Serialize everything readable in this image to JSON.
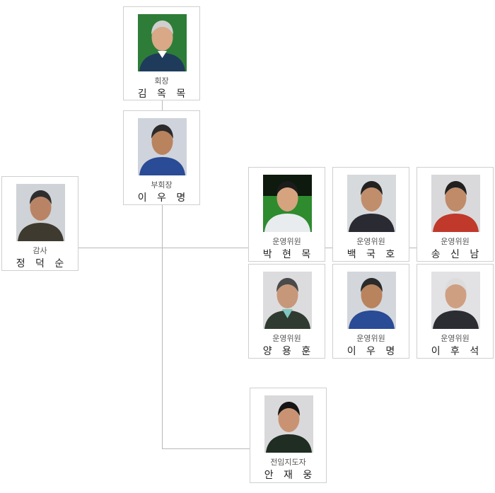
{
  "chairman": {
    "role": "회장",
    "name": "김 옥 목",
    "photo_icon": "portrait-icon",
    "bg": "#2d7d38",
    "jacket": "#1f3b5b"
  },
  "vice_chairman": {
    "role": "부회장",
    "name": "이 우 명",
    "photo_icon": "portrait-icon",
    "bg": "#cfd3db",
    "jacket": "#2a4b95"
  },
  "auditor": {
    "role": "감사",
    "name": "정 덕 순",
    "photo_icon": "portrait-icon",
    "bg": "#cfd2d6",
    "jacket": "#3e3a2f"
  },
  "committee": [
    {
      "role": "운영위원",
      "name": "박 현 목",
      "photo_icon": "portrait-icon",
      "bg": "#2e8b2e",
      "jacket": "#e8ecef"
    },
    {
      "role": "운영위원",
      "name": "백 국 호",
      "photo_icon": "portrait-icon",
      "bg": "#d7dadd",
      "jacket": "#2a2a33"
    },
    {
      "role": "운영위원",
      "name": "송 신 남",
      "photo_icon": "portrait-icon",
      "bg": "#d9d9db",
      "jacket": "#c0392b"
    },
    {
      "role": "운영위원",
      "name": "양 용 훈",
      "photo_icon": "portrait-icon",
      "bg": "#dcdcde",
      "jacket": "#2f3b30"
    },
    {
      "role": "운영위원",
      "name": "이 우 명",
      "photo_icon": "portrait-icon",
      "bg": "#d3d6db",
      "jacket": "#2a4b95"
    },
    {
      "role": "운영위원",
      "name": "이 후 석",
      "photo_icon": "portrait-icon",
      "bg": "#e2e2e4",
      "jacket": "#2b2d33"
    }
  ],
  "director": {
    "role": "전임지도자",
    "name": "안 재 웅",
    "photo_icon": "portrait-icon",
    "bg": "#d9d9db",
    "jacket": "#1f2d22"
  }
}
